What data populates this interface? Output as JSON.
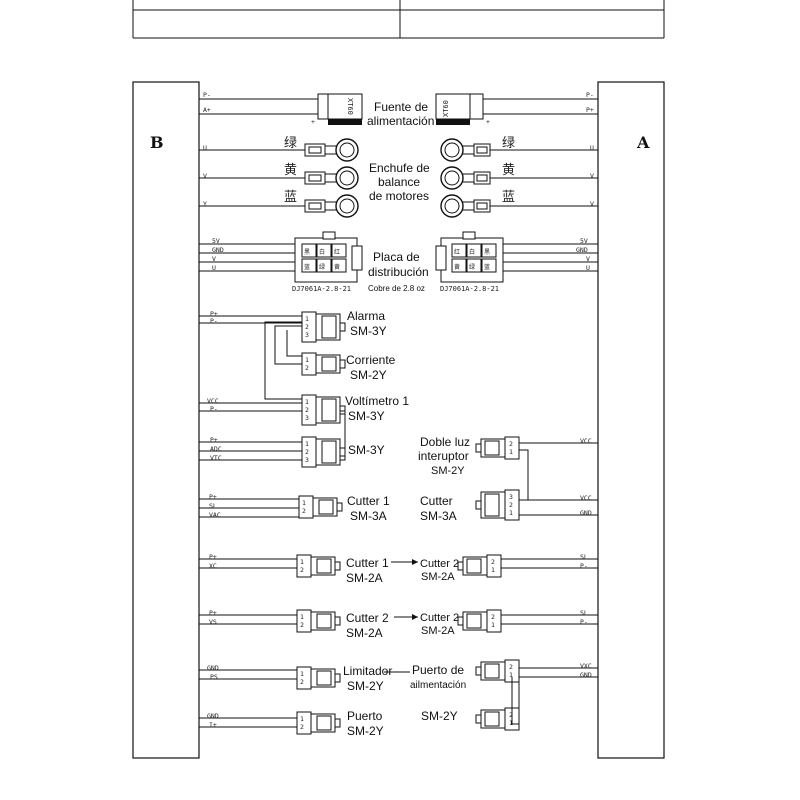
{
  "header": {
    "left_cell": "",
    "right_cell": ""
  },
  "sides": {
    "left": "B",
    "right": "A"
  },
  "xt60": {
    "model": "XT60",
    "plus": "+",
    "minus": "-",
    "label_line1": "Fuente de",
    "label_line2": "alimentación",
    "left_pins": [
      "P-",
      "A+"
    ],
    "right_pins": [
      "P-",
      "P+"
    ]
  },
  "balance": {
    "label_lines": [
      "Enchufe de",
      "balance",
      "de motores"
    ],
    "left_pins": [
      "U",
      "V",
      "Y"
    ],
    "right_pins": [
      "U",
      "V",
      "V"
    ],
    "colors_cn": [
      "绿",
      "黄",
      "蓝"
    ]
  },
  "plate": {
    "label_line1": "Placa de",
    "label_line2": "distribución",
    "left_part": "DJ7061A-2.8-21",
    "right_part": "DJ7061A-2.8-21",
    "copper": "Cobre de 2.8 oz",
    "left_top": [
      "黑",
      "白",
      "红"
    ],
    "left_bottom": [
      "蓝",
      "绿",
      "黄"
    ],
    "right_top": [
      "红",
      "白",
      "黑"
    ],
    "right_bottom": [
      "黄",
      "绿",
      "蓝"
    ],
    "left_pins": [
      "5V",
      "GND",
      "V",
      "U"
    ],
    "right_pins": [
      "5V",
      "GND",
      "V",
      "U"
    ]
  },
  "connectors": {
    "alarma": {
      "name": "Alarma",
      "type": "SM-3Y",
      "pins": [
        "P+",
        "P-"
      ]
    },
    "corriente": {
      "name": "Corriente",
      "type": "SM-2Y"
    },
    "voltimetro": {
      "name": "Voltímetro 1",
      "type": "SM-3Y",
      "pins": [
        "VCC",
        "P-"
      ]
    },
    "sm3y": {
      "type": "SM-3Y",
      "pins": [
        "P+",
        "ADC",
        "VTC"
      ]
    },
    "doble_luz": {
      "line1": "Doble luz",
      "line2": "interuptor",
      "type": "SM-2Y",
      "pin": "VCC"
    },
    "cutter1_3a": {
      "name": "Cutter 1",
      "type": "SM-3A",
      "pins": [
        "P+",
        "SL",
        "VAC"
      ]
    },
    "cutter_3a": {
      "name": "Cutter",
      "type": "SM-3A",
      "pins": [
        "VCC",
        "GND"
      ]
    },
    "cutter1_2a": {
      "name": "Cutter 1",
      "type": "SM-2A",
      "pins": [
        "P+",
        "XC"
      ],
      "to": "Cutter 2",
      "to_type": "SM-2A",
      "right_pins": [
        "SL",
        "P-"
      ]
    },
    "cutter2_2a": {
      "name": "Cutter 2",
      "type": "SM-2A",
      "pins": [
        "P+",
        "VS"
      ],
      "to": "Cutter 2",
      "to_type": "SM-2A",
      "right_pins": [
        "SL",
        "P-"
      ]
    },
    "limitador": {
      "name": "Limitador",
      "type": "SM-2Y",
      "pins": [
        "GND",
        "PS"
      ]
    },
    "puerto_alim": {
      "line1": "Puerto de",
      "line2": "ailmentación",
      "right_pins": [
        "VXC",
        "GND"
      ]
    },
    "puerto": {
      "name": "Puerto",
      "type": "SM-2Y",
      "pins": [
        "GND",
        "I+"
      ]
    },
    "sm2y_right": {
      "type": "SM-2Y"
    }
  }
}
